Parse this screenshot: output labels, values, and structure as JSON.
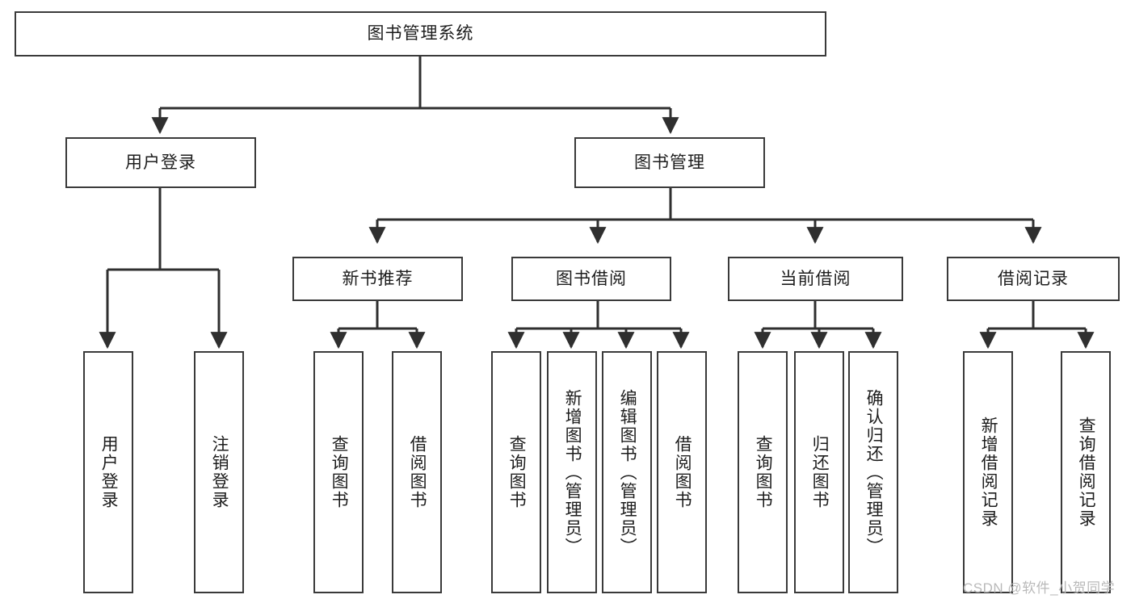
{
  "diagram": {
    "title": "图书管理系统",
    "type": "hierarchy-tree",
    "orientation": "top-down",
    "levels": 4,
    "colors": {
      "box_border": "#3a3a3a",
      "box_fill": "#ffffff",
      "connector": "#2f2f2f",
      "text": "#1d1d1d",
      "watermark": "#b9b9b9",
      "background": "#ffffff"
    }
  },
  "root": {
    "label": "图书管理系统"
  },
  "level2": [
    {
      "id": "user-login",
      "label": "用户登录"
    },
    {
      "id": "book-management",
      "label": "图书管理"
    }
  ],
  "level3": [
    {
      "id": "new-book-recommend",
      "label": "新书推荐",
      "parent": "book-management"
    },
    {
      "id": "book-borrow",
      "label": "图书借阅",
      "parent": "book-management"
    },
    {
      "id": "current-borrow",
      "label": "当前借阅",
      "parent": "book-management"
    },
    {
      "id": "borrow-record",
      "label": "借阅记录",
      "parent": "book-management"
    }
  ],
  "leaves": {
    "user_login": [
      {
        "id": "leaf-user-login",
        "label": "用户登录"
      },
      {
        "id": "leaf-logout-login",
        "label": "注销登录"
      }
    ],
    "new_book_recommend": [
      {
        "id": "leaf-query-book-1",
        "label": "查询图书"
      },
      {
        "id": "leaf-borrow-book-1",
        "label": "借阅图书"
      }
    ],
    "book_borrow": [
      {
        "id": "leaf-query-book-2",
        "label": "查询图书"
      },
      {
        "id": "leaf-add-book",
        "label": "新增图书（管理员）"
      },
      {
        "id": "leaf-edit-book",
        "label": "编辑图书（管理员）"
      },
      {
        "id": "leaf-borrow-book-2",
        "label": "借阅图书"
      }
    ],
    "current_borrow": [
      {
        "id": "leaf-query-book-3",
        "label": "查询图书"
      },
      {
        "id": "leaf-return-book",
        "label": "归还图书"
      },
      {
        "id": "leaf-confirm-return",
        "label": "确认归还（管理员）"
      }
    ],
    "borrow_record": [
      {
        "id": "leaf-add-record",
        "label": "新增借阅记录"
      },
      {
        "id": "leaf-query-record",
        "label": "查询借阅记录"
      }
    ]
  },
  "watermark": {
    "text": "CSDN @软件_小贺同学"
  }
}
